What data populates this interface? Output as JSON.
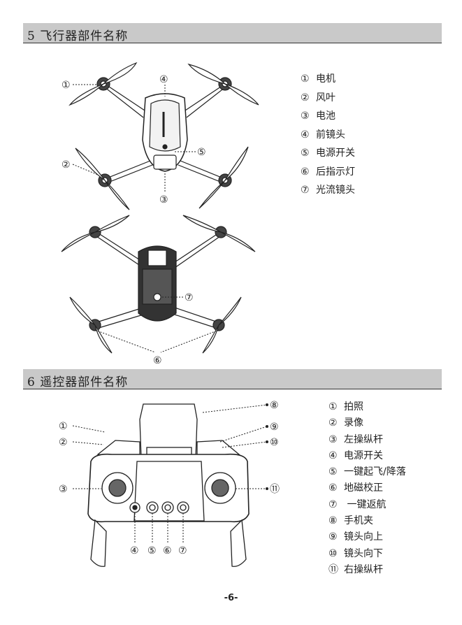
{
  "section5": {
    "title": "5 飞行器部件名称"
  },
  "section6": {
    "title": "6 遥控器部件名称"
  },
  "drone_parts": [
    {
      "num": "①",
      "label": "电机"
    },
    {
      "num": "②",
      "label": "风叶"
    },
    {
      "num": "③",
      "label": "电池"
    },
    {
      "num": "④",
      "label": "前镜头"
    },
    {
      "num": "⑤",
      "label": "电源开关"
    },
    {
      "num": "⑥",
      "label": "后指示灯"
    },
    {
      "num": "⑦",
      "label": "光流镜头"
    }
  ],
  "remote_parts": [
    {
      "num": "①",
      "label": "拍照"
    },
    {
      "num": "②",
      "label": "录像"
    },
    {
      "num": "③",
      "label": "左操纵杆"
    },
    {
      "num": "④",
      "label": "电源开关"
    },
    {
      "num": "⑤",
      "label": "一键起飞/降落"
    },
    {
      "num": "⑥",
      "label": "地磁校正"
    },
    {
      "num": "⑦",
      "label": " 一键返航"
    },
    {
      "num": "⑧",
      "label": "手机夹"
    },
    {
      "num": "⑨",
      "label": "镜头向上"
    },
    {
      "num": "⑩",
      "label": "镜头向下"
    },
    {
      "num": "⑪",
      "label": "右操纵杆"
    }
  ],
  "callouts": {
    "c1": "①",
    "c2": "②",
    "c3": "③",
    "c4": "④",
    "c5": "⑤",
    "c6": "⑥",
    "c7": "⑦",
    "c8": "⑧",
    "c9": "⑨",
    "c10": "⑩",
    "c11": "⑪"
  },
  "page_number": "-6-"
}
